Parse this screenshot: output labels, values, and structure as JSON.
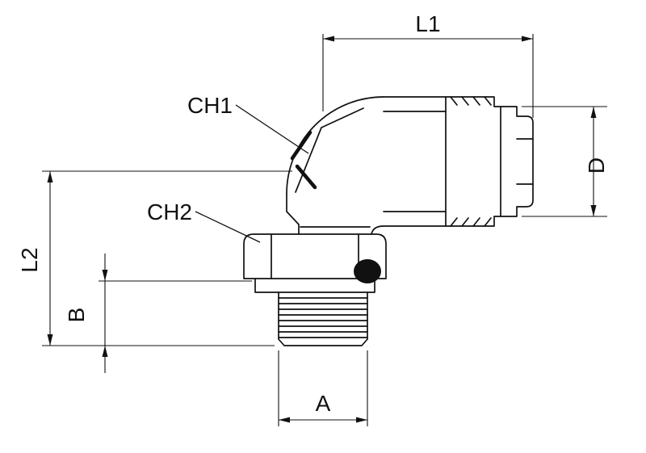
{
  "drawing": {
    "background": "#ffffff",
    "line_color": "#111111",
    "labels": {
      "l1": "L1",
      "d": "D",
      "l2": "L2",
      "b": "B",
      "a": "A",
      "ch1": "CH1",
      "ch2": "CH2"
    }
  }
}
